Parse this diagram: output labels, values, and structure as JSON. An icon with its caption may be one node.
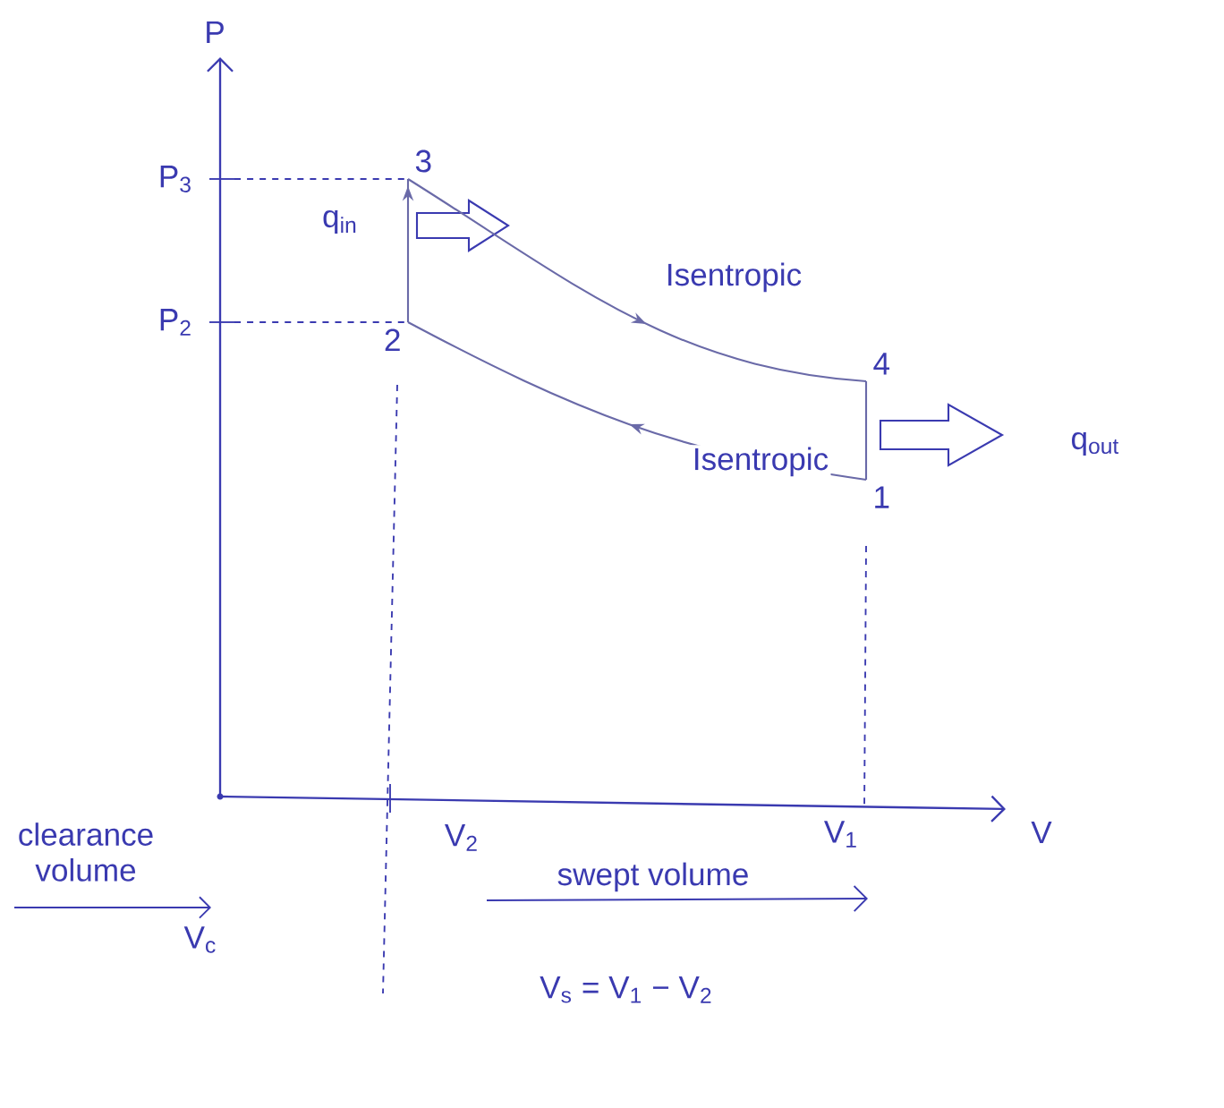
{
  "diagram": {
    "nodes": [
      {
        "text": [
          "1"
        ]
      },
      {
        "text": [
          "2"
        ]
      },
      {
        "text": [
          "3"
        ]
      },
      {
        "text": [
          "4"
        ]
      }
    ],
    "edges": [
      {
        "from": 0,
        "to": 1,
        "arrow": "to",
        "label": "Isentropic"
      },
      {
        "from": 1,
        "to": 2,
        "arrow": "to"
      },
      {
        "from": 2,
        "to": 3,
        "arrow": "to",
        "label": "Isentropic"
      },
      {
        "from": 3,
        "to": 0,
        "arrow": "none"
      }
    ],
    "labels": [
      "P",
      "P$_{3}$",
      "P$_{2}$",
      "q$_{in}$",
      "q$_{out}$",
      "V",
      "V$_{2}$",
      "V$_{1}$",
      "clearance volume",
      "swept volume",
      "V$_{c}$",
      "V$_{s}$ = V$_{1}$ − V$_{2}$"
    ]
  }
}
